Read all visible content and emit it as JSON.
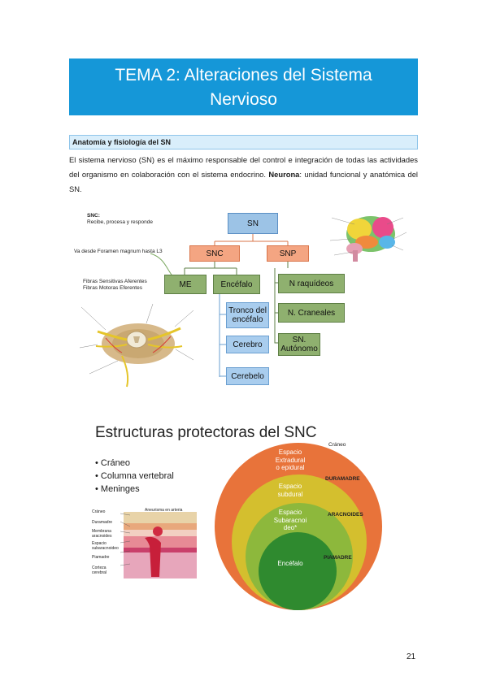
{
  "title": {
    "line1": "TEMA 2: Alteraciones del Sistema",
    "line2": "Nervioso"
  },
  "section_heading": "Anatomía y fisiología del SN",
  "paragraph": {
    "text_before": "El sistema nervioso (SN) es el máximo responsable del control e integración de todas las actividades del organismo en colaboración con el sistema endocrino.",
    "bold": "Neurona",
    "text_after": ": unidad funcional y anatómica del SN."
  },
  "diagram": {
    "snc_note_title": "SNC:",
    "snc_note_text": "Recibe, procesa y responde",
    "foramen_note": "Va desde Foramen magnum hasta L3",
    "fibras_1": "Fibras Sensitivas Aferentes",
    "fibras_2": "Fibras Motoras Eferentes",
    "nodes": {
      "sn": "SN",
      "snc": "SNC",
      "snp": "SNP",
      "me": "ME",
      "encefalo": "Encéfalo",
      "n_raquideos": "N raquídeos",
      "n_craneales": "N. Craneales",
      "tronco_1": "Tronco del",
      "tronco_2": "encéfalo",
      "cerebro": "Cerebro",
      "sn_autonomo_1": "SN.",
      "sn_autonomo_2": "Autónomo",
      "cerebelo": "Cerebelo"
    },
    "colors": {
      "blue": "#9cc3e6",
      "orange": "#f4a582",
      "green": "#8fb06f",
      "light_blue": "#a9cdee"
    }
  },
  "protective": {
    "title": "Estructuras protectoras del SNC",
    "bullets": [
      "Cráneo",
      "Columna vertebral",
      "Meninges"
    ],
    "image_labels": {
      "craneo": "Cráneo",
      "duramadre": "Duramadre",
      "membrana": "Membrana aracnoides",
      "espacio_sub": "Espacio subaracnoideo",
      "piamadre": "Piamadre",
      "corteza": "Corteza cerebral",
      "aneurisma": "Aneurisma en arteria"
    },
    "circles": {
      "epidural_1": "Espacio",
      "epidural_2": "Extradural",
      "epidural_3": "o epidural",
      "subdural_1": "Espacio",
      "subdural_2": "subdural",
      "subarac_1": "Espacio",
      "subarac_2": "Subaracnoi",
      "subarac_3": "deo*",
      "encefalo": "Encéfalo"
    },
    "circle_labels": {
      "craneo": "Cráneo",
      "duramadre": "DURAMADRE",
      "aracnoides": "ARACNOIDES",
      "piamadre": "PIAMADRE"
    },
    "colors": {
      "outer": "#e8733a",
      "second": "#d4bf2e",
      "third": "#8db83c",
      "inner": "#2f8a2f"
    }
  },
  "page_number": "21"
}
